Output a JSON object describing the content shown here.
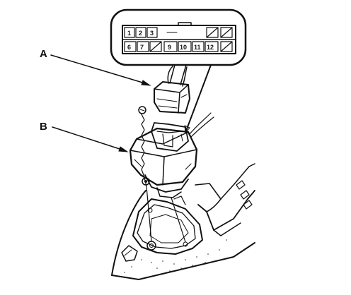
{
  "connector_inset": {
    "top_row_pins": [
      "1",
      "2",
      "3"
    ],
    "bottom_row_pins": [
      "6",
      "7",
      "9",
      "10",
      "11",
      "12"
    ]
  },
  "callouts": {
    "a": "A",
    "b": "B"
  }
}
